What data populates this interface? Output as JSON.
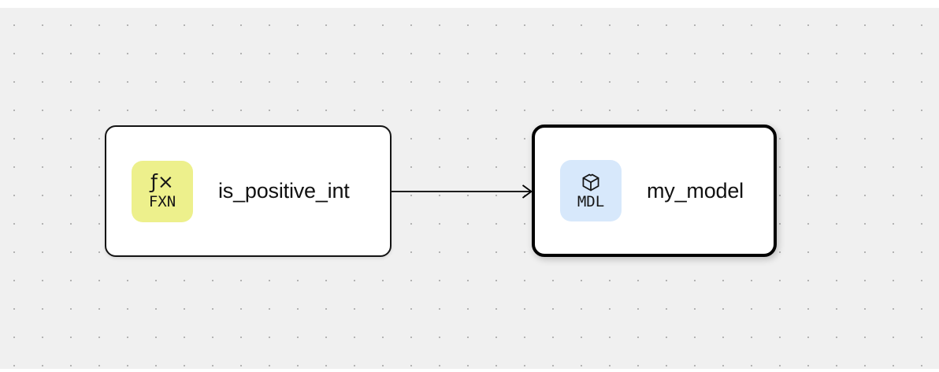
{
  "canvas": {
    "background_color": "#f0f0f0",
    "dot_color": "#b3b3b3",
    "margin_strip_color": "#ffffff"
  },
  "nodes": [
    {
      "label": "is_positive_int",
      "type": "function",
      "selected": false,
      "badge": {
        "icon": "ƒ×",
        "icon_name": "function-icon",
        "text": "FXN",
        "background": "#edf08c"
      }
    },
    {
      "label": "my_model",
      "type": "model",
      "selected": true,
      "badge": {
        "icon_name": "cube-icon",
        "text": "MDL",
        "background": "#d7e8fb"
      }
    }
  ],
  "edges": [
    {
      "from": "is_positive_int",
      "to": "my_model",
      "arrow_style": "open-right",
      "color": "#000000"
    }
  ]
}
